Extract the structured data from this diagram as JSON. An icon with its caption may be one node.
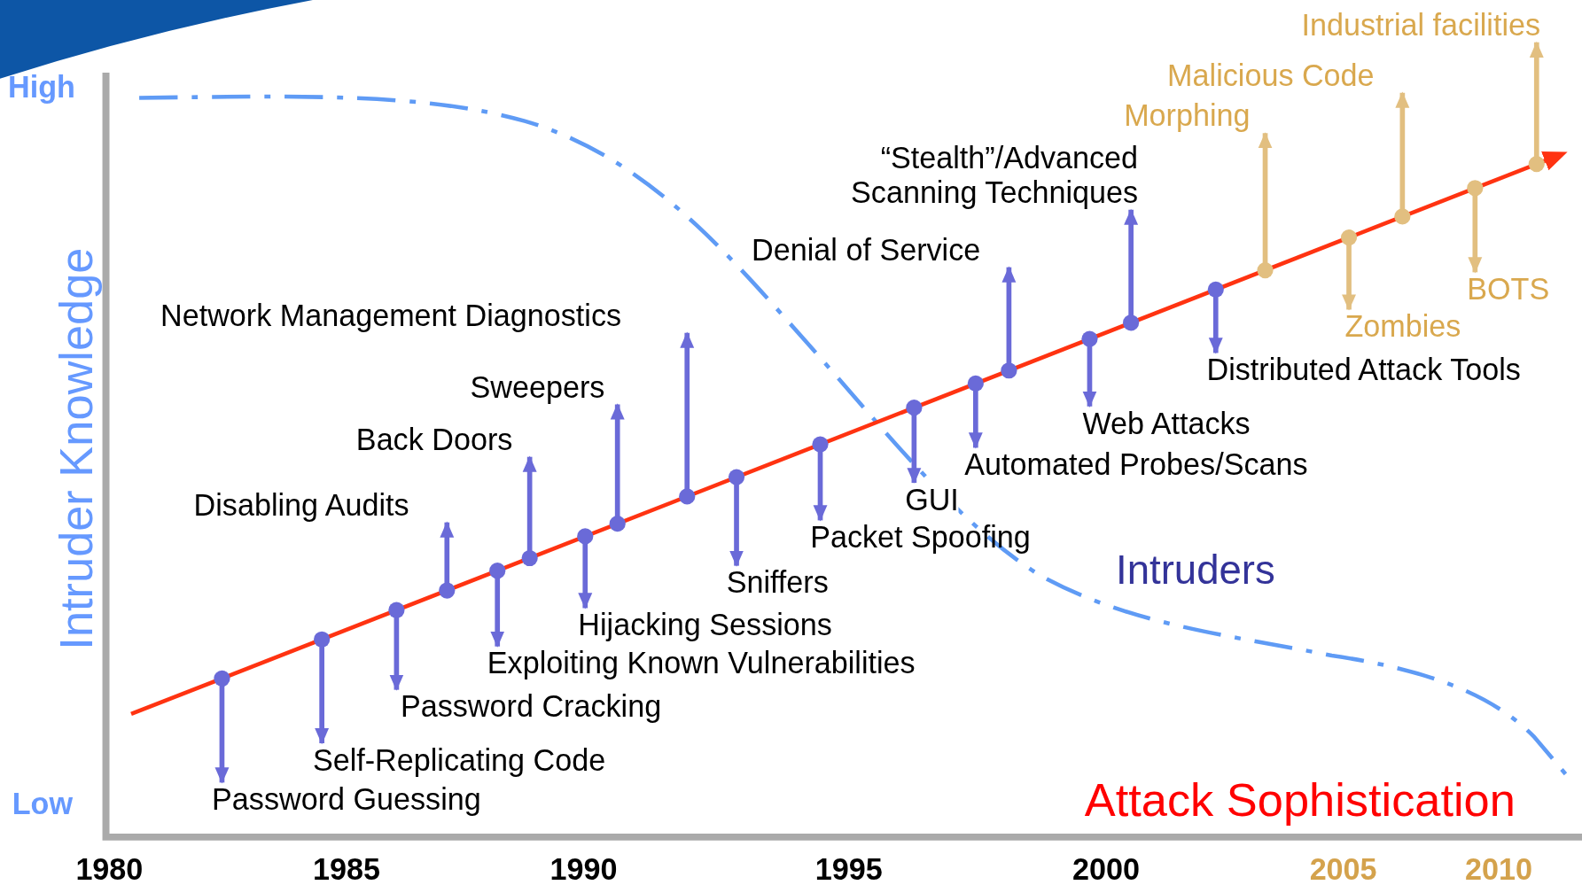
{
  "diagram": {
    "nodes": [
      {
        "text": [
          "Password Guessing"
        ]
      },
      {
        "text": [
          "Self-Replicating Code"
        ]
      },
      {
        "text": [
          "Password Cracking"
        ]
      },
      {
        "text": [
          "Disabling Audits"
        ]
      },
      {
        "text": [
          "Exploiting Known Vulnerabilities"
        ]
      },
      {
        "text": [
          "Back Doors"
        ]
      },
      {
        "text": [
          "Hijacking Sessions"
        ]
      },
      {
        "text": [
          "Sweepers"
        ]
      },
      {
        "text": [
          "Network Management Diagnostics"
        ]
      },
      {
        "text": [
          "Sniffers"
        ]
      },
      {
        "text": [
          "Packet Spoofing"
        ]
      },
      {
        "text": [
          "GUI"
        ]
      },
      {
        "text": [
          "Automated Probes/Scans"
        ]
      },
      {
        "text": [
          "Denial of Service"
        ]
      },
      {
        "text": [
          "Web Attacks"
        ]
      },
      {
        "text": [
          "“Stealth”/Advanced Scanning Techniques"
        ]
      },
      {
        "text": [
          "Distributed Attack Tools"
        ]
      },
      {
        "text": [
          "Morphing"
        ]
      },
      {
        "text": [
          "Malicious Code"
        ]
      },
      {
        "text": [
          "Zombies"
        ]
      },
      {
        "text": [
          "BOTS"
        ]
      },
      {
        "text": [
          "Industrial facilities"
        ]
      }
    ],
    "edges": [
      {
        "from": null,
        "to": 0,
        "arrow": "to"
      },
      {
        "from": null,
        "to": 1,
        "arrow": "to"
      },
      {
        "from": null,
        "to": 2,
        "arrow": "to"
      },
      {
        "from": null,
        "to": 3,
        "arrow": "to"
      },
      {
        "from": null,
        "to": 4,
        "arrow": "to"
      },
      {
        "from": null,
        "to": 5,
        "arrow": "to"
      },
      {
        "from": null,
        "to": 6,
        "arrow": "to"
      },
      {
        "from": null,
        "to": 7,
        "arrow": "to"
      },
      {
        "from": null,
        "to": 8,
        "arrow": "to"
      },
      {
        "from": null,
        "to": 9,
        "arrow": "to"
      },
      {
        "from": null,
        "to": 10,
        "arrow": "to"
      },
      {
        "from": null,
        "to": 11,
        "arrow": "to"
      },
      {
        "from": null,
        "to": 12,
        "arrow": "to"
      },
      {
        "from": null,
        "to": 13,
        "arrow": "to"
      },
      {
        "from": null,
        "to": 14,
        "arrow": "to"
      },
      {
        "from": null,
        "to": 15,
        "arrow": "to"
      },
      {
        "from": null,
        "to": 16,
        "arrow": "to"
      },
      {
        "from": null,
        "to": 17,
        "arrow": "to",
        "color": "#e2bf80"
      },
      {
        "from": null,
        "to": 18,
        "arrow": "to",
        "color": "#e2bf80"
      },
      {
        "from": null,
        "to": 19,
        "arrow": "to",
        "color": "#e2bf80"
      },
      {
        "from": null,
        "to": 20,
        "arrow": "to",
        "color": "#e2bf80"
      },
      {
        "from": null,
        "to": 21,
        "arrow": "to",
        "color": "#e2bf80"
      }
    ],
    "labels": [
      "High",
      "Intruder Knowledge",
      "Low",
      "1980",
      "1985",
      "1990",
      "1995",
      "2000",
      "2005",
      "2010",
      "Intruders",
      "Attack Sophistication"
    ]
  }
}
